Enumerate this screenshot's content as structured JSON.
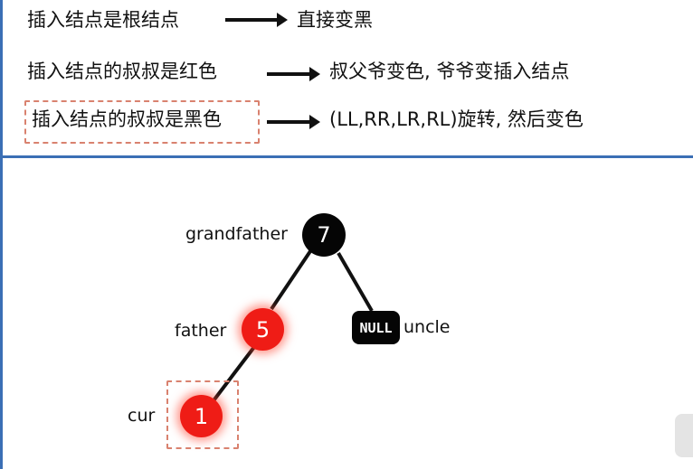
{
  "rules": [
    {
      "condition": "插入结点是根结点",
      "action": "直接变黑"
    },
    {
      "condition": "插入结点的叔叔是红色",
      "action": "叔父爷变色, 爷爷变插入结点"
    },
    {
      "condition": "插入结点的叔叔是黑色",
      "action": "(LL,RR,LR,RL)旋转, 然后变色",
      "highlighted": true
    }
  ],
  "tree": {
    "grandfather": {
      "label": "grandfather",
      "value": "7",
      "color": "#050505"
    },
    "father": {
      "label": "father",
      "value": "5",
      "color": "#ef1c16"
    },
    "uncle": {
      "label": "uncle",
      "value": "NULL",
      "color": "#050505"
    },
    "cur": {
      "label": "cur",
      "value": "1",
      "color": "#ef1c16",
      "highlighted": true
    }
  },
  "colors": {
    "accent": "#3b6fb5",
    "highlight_dash": "#d9826f"
  }
}
